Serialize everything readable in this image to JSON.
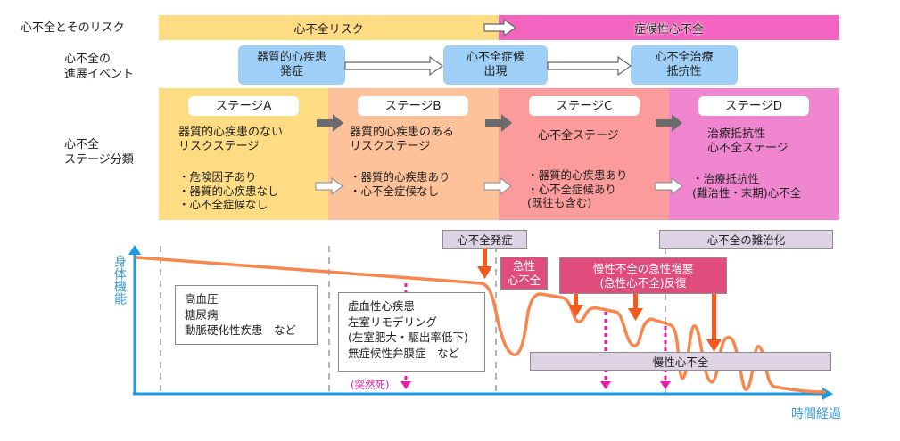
{
  "row_labels": {
    "risk": "心不全とそのリスク",
    "events": "心不全の\n進展イベント",
    "stages": "心不全\nステージ分類"
  },
  "risk_band": {
    "left_label": "心不全リスク",
    "right_label": "症候性心不全",
    "left_color": "#fddc83",
    "right_color": "#f264bf"
  },
  "events": [
    {
      "label": "器質的心疾患\n発症"
    },
    {
      "label": "心不全症候\n出現"
    },
    {
      "label": "心不全治療\n抵抗性"
    }
  ],
  "stages": [
    {
      "title": "ステージA",
      "desc": "器質的心疾患のない\nリスクステージ",
      "conditions": "・危険因子あり\n・器質的心疾患なし\n・心不全症候なし",
      "color": "#fddc83"
    },
    {
      "title": "ステージB",
      "desc": "器質的心疾患のある\nリスクステージ",
      "conditions": "・器質的心疾患あり\n・心不全症候なし",
      "color": "#fdc29a"
    },
    {
      "title": "ステージC",
      "desc": "心不全ステージ",
      "conditions": "・器質的心疾患あり\n・心不全症候あり\n(既往も含む)",
      "color": "#fc9b9b"
    },
    {
      "title": "ステージD",
      "desc": "治療抵抗性\n心不全ステージ",
      "conditions": "・治療抵抗性\n(難治性・末期)心不全",
      "color": "#f086cf"
    }
  ],
  "graph": {
    "y_axis_label": "身体機能",
    "x_axis_label": "時間経過",
    "risk_box_a": "高血圧\n糖尿病\n動脈硬化性疾患　など",
    "risk_box_b": "虚血性心疾患\n左室リモデリング\n(左室肥大・駆出率低下)\n無症候性弁膜症　など",
    "sudden_death": "(突然死)",
    "onset_label": "心不全発症",
    "acute_label": "急性\n心不全",
    "exacerbation_label": "慢性不全の急性増悪\n(急性心不全)反復",
    "refractory_label": "心不全の難治化",
    "chronic_label": "慢性心不全",
    "colors": {
      "axis": "#1a9be6",
      "curve": "#f7874f",
      "arrow": "#f45a1e",
      "dotted": "#ee1aa8",
      "lavender": "#ddd3e5",
      "pink_box": "#e04d7c"
    }
  }
}
